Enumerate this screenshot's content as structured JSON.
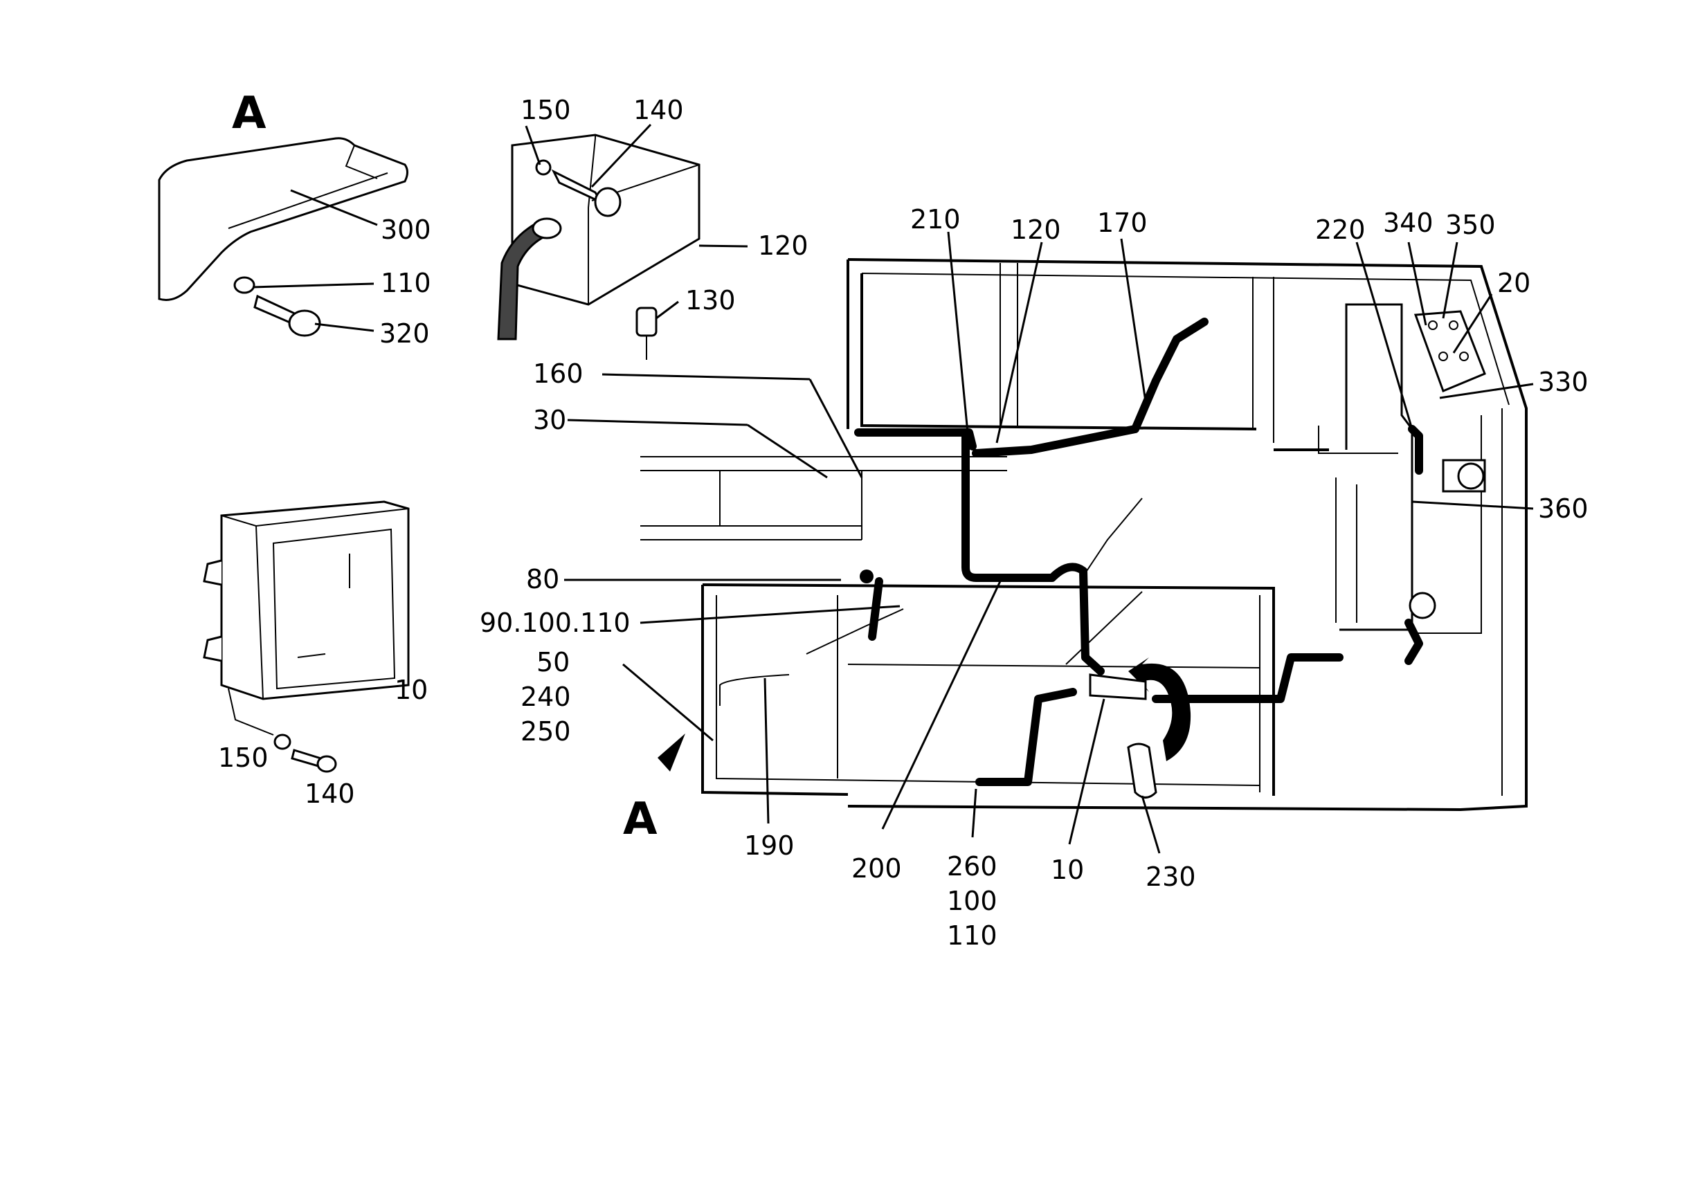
{
  "diagram": {
    "view_marker": "A",
    "labels": {
      "a_top": "A",
      "a_bottom": "A",
      "l300": "300",
      "l110_top": "110",
      "l320": "320",
      "l150_top": "150",
      "l140_top": "140",
      "l120_box": "120",
      "l130": "130",
      "l160": "160",
      "l30": "30",
      "l10_box": "10",
      "l150_bottom": "150",
      "l140_bottom": "140",
      "l210": "210",
      "l120_mid": "120",
      "l170": "170",
      "l220": "220",
      "l340": "340",
      "l350": "350",
      "l20": "20",
      "l330": "330",
      "l360": "360",
      "l80": "80",
      "l90_100_110": "90.100.110",
      "l50": "50",
      "l240": "240",
      "l250": "250",
      "l190": "190",
      "l200": "200",
      "l260": "260",
      "l100": "100",
      "l110_bottom": "110",
      "l10_bottom": "10",
      "l230": "230"
    }
  }
}
